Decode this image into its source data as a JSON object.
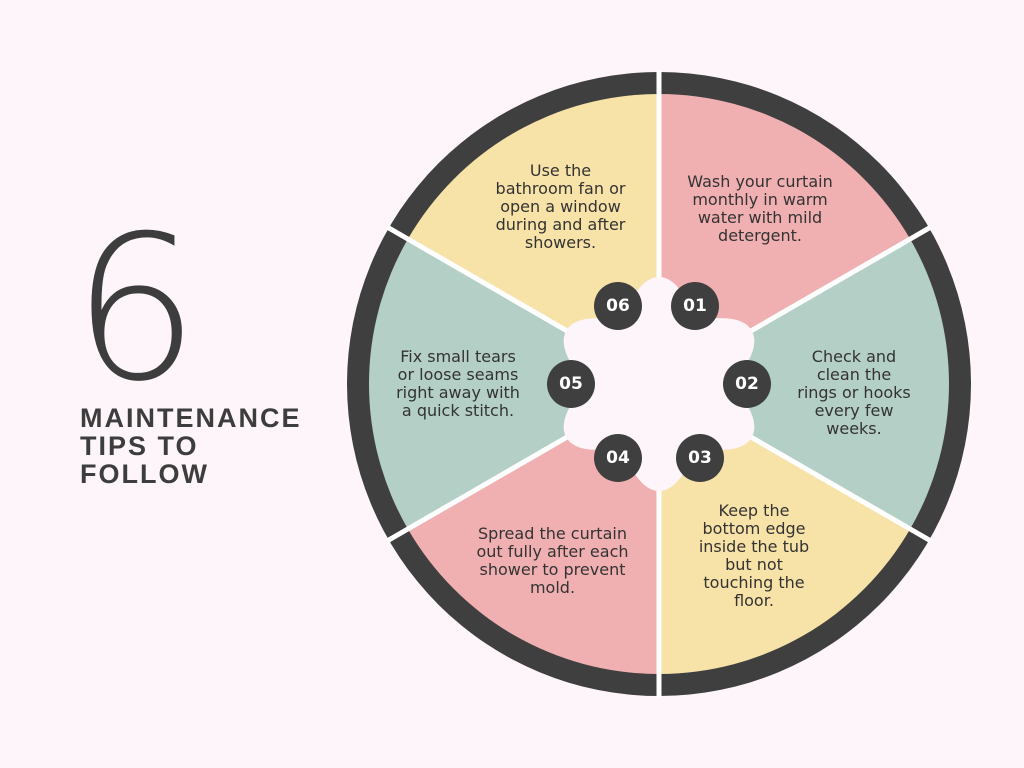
{
  "title": {
    "number": "6",
    "subtitle": "MAINTENANCE\nTIPS TO\nFOLLOW"
  },
  "colors": {
    "pink": "#f0b0b1",
    "green": "#b4cfc5",
    "yellow": "#f7e2a8",
    "ring": "#3f3f3f",
    "background": "#fdf5fa"
  },
  "tips": [
    {
      "number": "01",
      "text": "Wash your curtain monthly in warm water with mild detergent."
    },
    {
      "number": "02",
      "text": "Check and clean the rings or hooks every few weeks."
    },
    {
      "number": "03",
      "text": "Keep the bottom edge inside the tub but not touching the floor."
    },
    {
      "number": "04",
      "text": "Spread the curtain out fully after each shower to prevent mold."
    },
    {
      "number": "05",
      "text": "Fix small tears or loose seams right away with a quick stitch."
    },
    {
      "number": "06",
      "text": "Use the bathroom fan or open a window during and after showers."
    }
  ]
}
